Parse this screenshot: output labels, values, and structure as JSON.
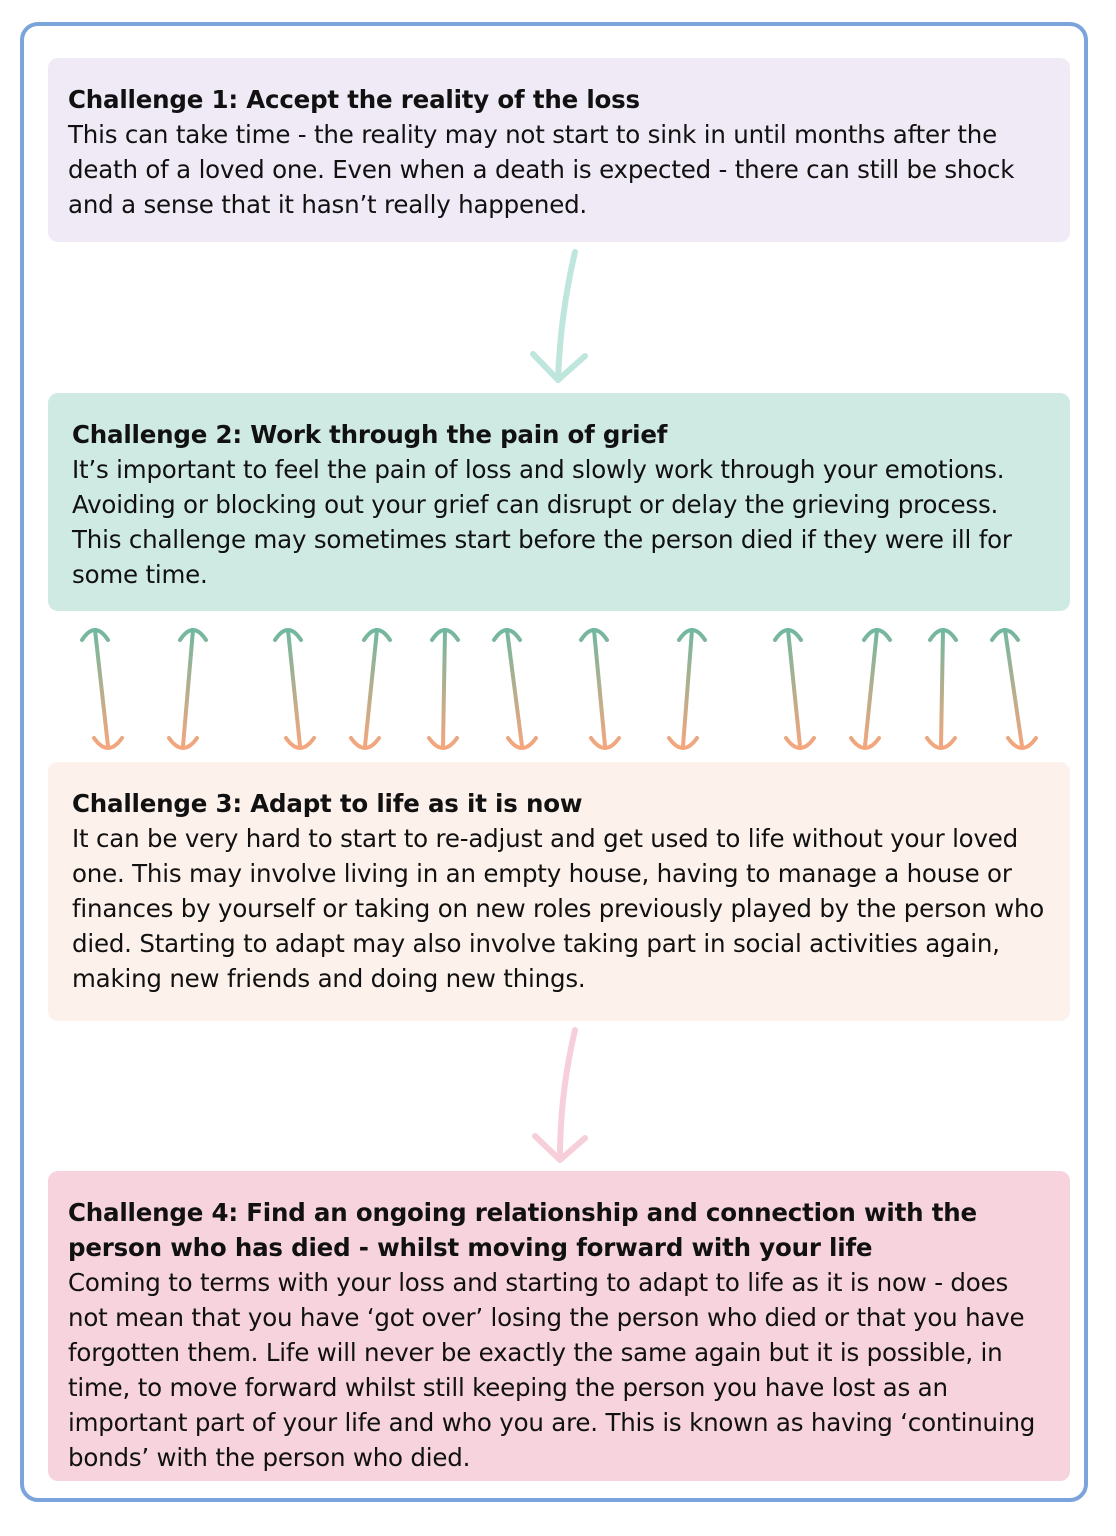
{
  "colors": {
    "frame_border": "#7ba3dc",
    "box1_bg": "#efeaf6",
    "box2_bg": "#cfe9e3",
    "box3_bg": "#fdf1ec",
    "box4_bg": "#f6d3dd",
    "arrow_teal": "#bfe6dd",
    "arrow_pink": "#f7cfdb",
    "double_arrow_top": "#6fb89f",
    "double_arrow_bottom": "#f8a57c"
  },
  "challenges": [
    {
      "title": "Challenge 1: Accept the reality of the loss",
      "text": "This can take time - the reality may not start to sink in until months after the death of a loved one. Even when a death is expected - there can still be shock and a sense that it hasn’t really happened."
    },
    {
      "title": "Challenge 2: Work through the pain of grief",
      "text": "It’s important to feel the pain of loss and slowly work through your emotions. Avoiding or blocking out your grief can disrupt or delay the grieving process. This challenge may sometimes start before the person died if they were ill for some time."
    },
    {
      "title": "Challenge 3: Adapt to life as it is now",
      "text": "It can be very hard to start to re-adjust and get used to life without your loved one. This may involve living in an empty house, having to manage a house or finances by yourself or taking on new roles previously played by the person who died. Starting to adapt may also involve taking part in social activities again, making new friends and doing new things."
    },
    {
      "title": "Challenge 4: Find an ongoing relationship and connection with the person who has died - whilst moving forward with your life",
      "text": "Coming to terms with your loss and starting to adapt to life as it is now - does not mean that you have ‘got over’ losing the person who died or that you have forgotten them. Life will never be exactly the same again but it is possible, in time, to move forward whilst still keeping the person you have lost as an important part of your life and who you are. This is known as having ‘continuing bonds’ with the person who died."
    }
  ]
}
